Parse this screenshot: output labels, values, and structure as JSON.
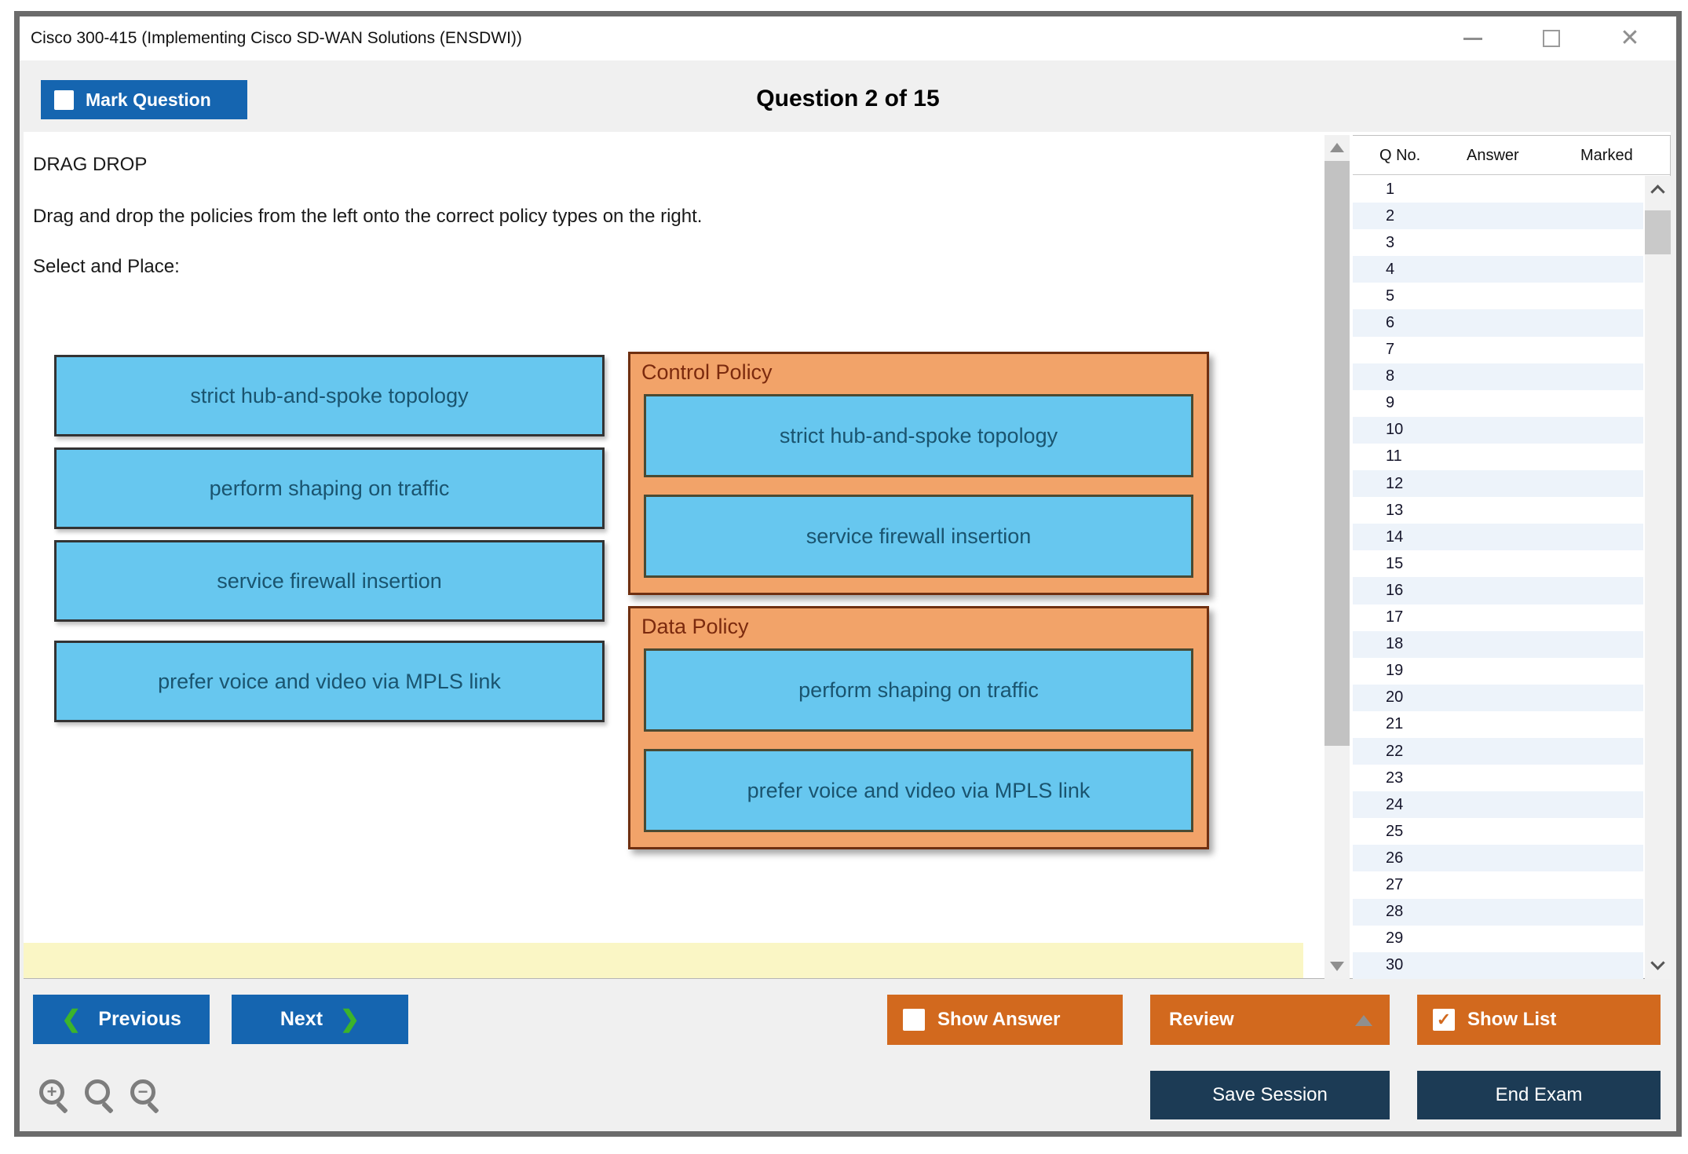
{
  "window": {
    "title": "Cisco 300-415 (Implementing Cisco SD-WAN Solutions (ENSDWI))"
  },
  "header": {
    "mark_question": "Mark Question",
    "question_counter": "Question 2 of 15"
  },
  "question": {
    "type_label": "DRAG DROP",
    "instruction": "Drag and drop the policies from the left onto the correct policy types on the right.",
    "select_place": "Select and Place:",
    "drag_items": [
      "strict hub-and-spoke topology",
      "perform shaping on traffic",
      "service firewall insertion",
      "prefer voice and video via MPLS link"
    ],
    "drop_groups": [
      {
        "title": "Control Policy",
        "items": [
          "strict hub-and-spoke topology",
          "service firewall insertion"
        ]
      },
      {
        "title": "Data Policy",
        "items": [
          "perform shaping on traffic",
          "prefer voice and video via MPLS link"
        ]
      }
    ]
  },
  "question_list": {
    "columns": {
      "qno": "Q No.",
      "answer": "Answer",
      "marked": "Marked"
    },
    "rows": [
      "1",
      "2",
      "3",
      "4",
      "5",
      "6",
      "7",
      "8",
      "9",
      "10",
      "11",
      "12",
      "13",
      "14",
      "15",
      "16",
      "17",
      "18",
      "19",
      "20",
      "21",
      "22",
      "23",
      "24",
      "25",
      "26",
      "27",
      "28",
      "29",
      "30"
    ]
  },
  "toolbar": {
    "previous": "Previous",
    "next": "Next",
    "show_answer": "Show Answer",
    "review": "Review",
    "show_list": "Show List",
    "save_session": "Save Session",
    "end_exam": "End Exam"
  },
  "icons": {
    "close": "✕",
    "prev_chevron": "❮",
    "next_chevron": "❯",
    "zoom_in_sign": "+",
    "zoom_out_sign": "−",
    "show_list_check": "✓"
  },
  "colors": {
    "primary_blue": "#1565b0",
    "accent_green": "#3cb42b",
    "button_orange": "#d2691e",
    "button_navy": "#1c3b55",
    "drag_item_blue": "#67c7ef",
    "drop_zone_orange": "#f2a369",
    "drop_zone_border": "#6f2f10",
    "highlight_yellow": "#faf6c5",
    "list_row_alt": "#edf3fa",
    "window_chrome_grey": "#f0f0f0"
  }
}
